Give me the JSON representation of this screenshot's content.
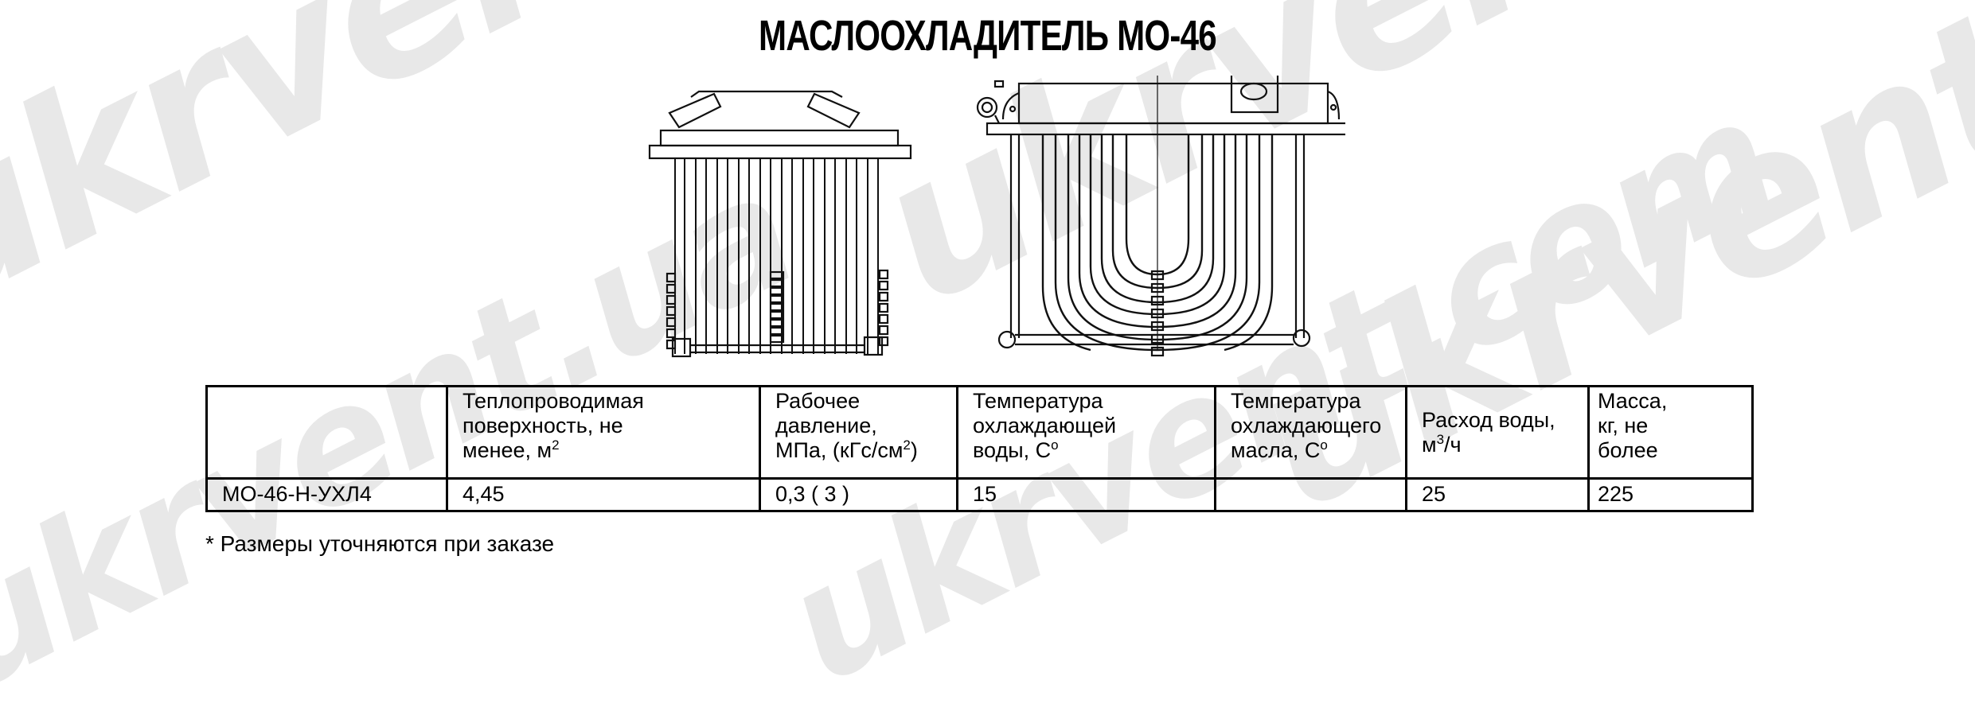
{
  "document": {
    "title": "МАСЛООХЛАДИТЕЛЬ МО-46",
    "watermarks": [
      "ukrvent.com",
      "ukrvent.ua",
      "ukrvent.com",
      "ukrvent.ua",
      "ukrvent.com"
    ],
    "drawings": [
      {
        "name": "side-view",
        "description": "Вид сбоку маслоохладителя: вертикальные трубы, крышка с патрубками"
      },
      {
        "name": "front-view",
        "description": "Вид спереди: U-образные трубы, коллектор с фланцем"
      }
    ]
  },
  "table": {
    "headers": [
      {
        "text": "",
        "sup": "",
        "after": ""
      },
      {
        "lines": [
          "Теплопроводимая",
          "поверхность, не",
          "менее, м"
        ],
        "sup": "2",
        "after": ""
      },
      {
        "lines": [
          "Рабочее",
          "давление,",
          "МПа, (кГс/см"
        ],
        "sup": "2",
        "after": ")"
      },
      {
        "lines": [
          "Температура",
          "охлаждающей",
          "воды, С"
        ],
        "sup": "o",
        "after": ""
      },
      {
        "lines": [
          "Температура",
          "охлаждающего",
          "масла, С"
        ],
        "sup": "o",
        "after": ""
      },
      {
        "lines": [
          "Расход воды,",
          "м"
        ],
        "sup": "3",
        "after": "/ч"
      },
      {
        "lines": [
          "Масса,",
          "кг, не",
          "более"
        ],
        "sup": "",
        "after": ""
      }
    ],
    "rows": [
      [
        "МО-46-Н-УХЛ4",
        "4,45",
        "0,3 ( 3 )",
        "15",
        "",
        "25",
        "225"
      ]
    ]
  },
  "footnote": "* Размеры уточняются при заказе",
  "colors": {
    "text": "#000000",
    "watermark": "#e8e8e8",
    "background": "#ffffff"
  }
}
